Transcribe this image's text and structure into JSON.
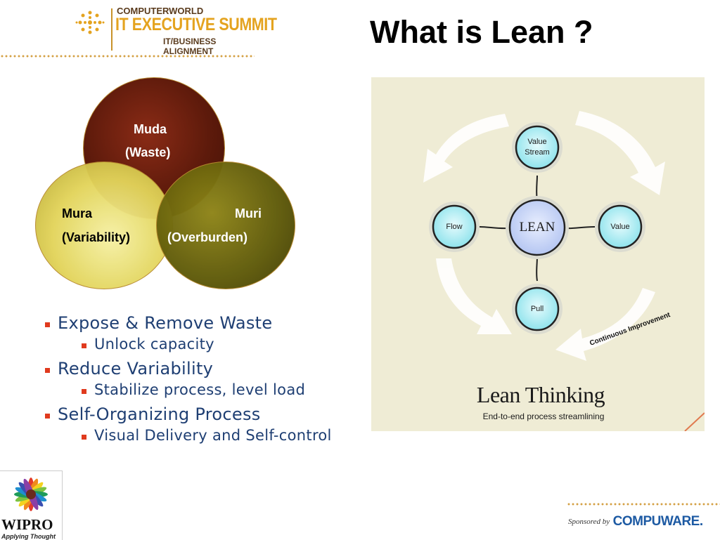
{
  "header": {
    "brand_line1": "COMPUTERWORLD",
    "brand_line2": "IT EXECUTIVE SUMMIT",
    "brand_line3": "IT/BUSINESS ALIGNMENT",
    "slide_title": "What is Lean ?"
  },
  "venn": {
    "muda": {
      "name": "Muda",
      "sub": "(Waste)"
    },
    "mura": {
      "name": "Mura",
      "sub": "(Variability)"
    },
    "muri": {
      "name": "Muri",
      "sub": "(Overburden)"
    }
  },
  "bullets": [
    {
      "text": "Expose & Remove Waste",
      "sub": "Unlock capacity"
    },
    {
      "text": "Reduce Variability",
      "sub": "Stabilize process, level load"
    },
    {
      "text": "Self-Organizing Process",
      "sub": "Visual Delivery and Self-control"
    }
  ],
  "lean_diagram": {
    "center": "LEAN",
    "top_line1": "Value",
    "top_line2": "Stream",
    "left": "Flow",
    "right": "Value",
    "bottom": "Pull",
    "cycle_label": "Continuous Improvement",
    "heading": "Lean Thinking",
    "subheading": "End-to-end process streamlining"
  },
  "footer": {
    "company": "WIPRO",
    "tagline": "Applying Thought",
    "sponsored_by": "Sponsored by",
    "sponsor": "COMPUWARE."
  },
  "colors": {
    "accent_gold": "#d4a043",
    "bullet_text": "#1f3f73",
    "bullet_marker": "#e03a1e",
    "node_fill": "#b7f0f4",
    "center_fill": "#c9d6f7"
  }
}
